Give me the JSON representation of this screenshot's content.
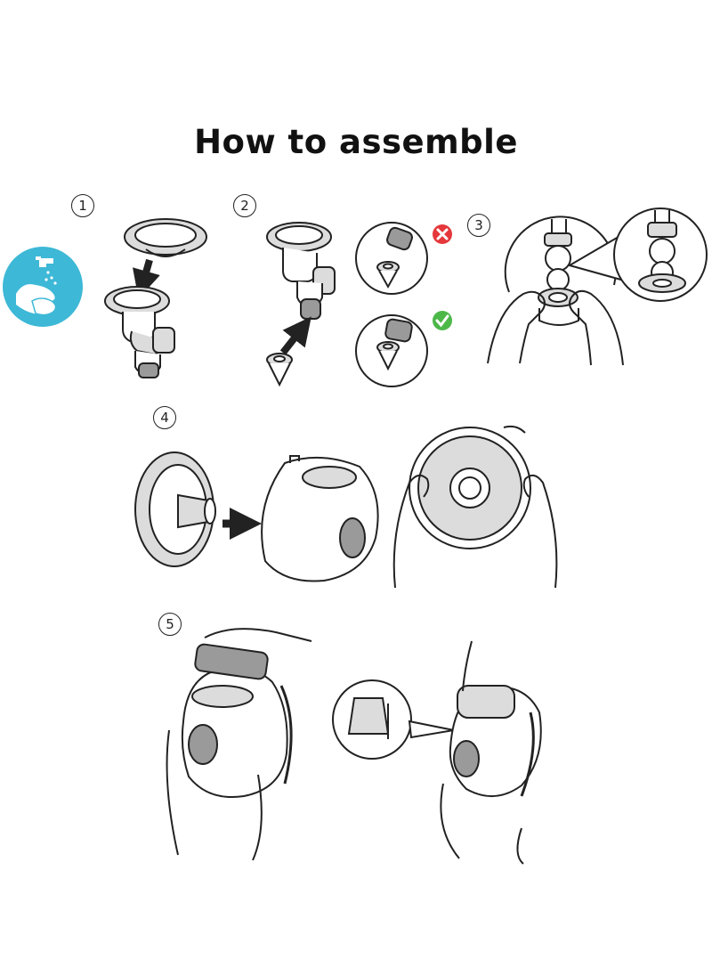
{
  "title": "How to assemble",
  "steps": [
    {
      "number": "1"
    },
    {
      "number": "2"
    },
    {
      "number": "3"
    },
    {
      "number": "4"
    },
    {
      "number": "5"
    }
  ],
  "icons": {
    "wash_hands": "wash-hands-icon",
    "wrong": "x-mark-icon",
    "correct": "check-mark-icon"
  },
  "colors": {
    "wash_icon_bg": "#3db8d6",
    "wrong": "#e5383b",
    "correct": "#4cb848",
    "line": "#222222",
    "fill_gray": "#dcdcdc",
    "fill_dark": "#9a9a9a"
  }
}
